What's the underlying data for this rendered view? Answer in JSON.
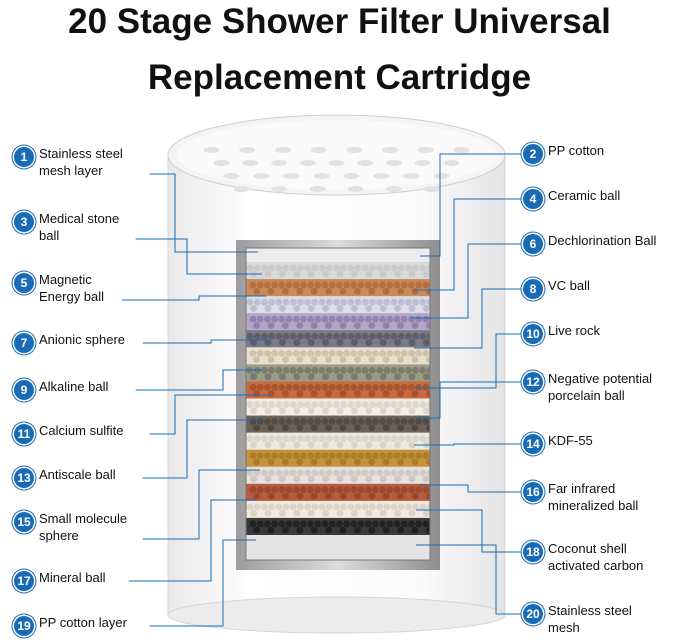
{
  "title": {
    "line1": "20 Stage Shower Filter Universal",
    "line2": "Replacement Cartridge"
  },
  "colors": {
    "badge": "#1a6bb5",
    "leader_line": "#1a6bb5"
  },
  "left_callouts": [
    {
      "num": "1",
      "label": "Stainless steel\nmesh layer"
    },
    {
      "num": "3",
      "label": "Medical stone\nball"
    },
    {
      "num": "5",
      "label": "Magnetic\nEnergy ball"
    },
    {
      "num": "7",
      "label": "Anionic sphere"
    },
    {
      "num": "9",
      "label": "Alkaline ball"
    },
    {
      "num": "11",
      "label": "Calcium sulfite"
    },
    {
      "num": "13",
      "label": "Antiscale ball"
    },
    {
      "num": "15",
      "label": "Small molecule\nsphere"
    },
    {
      "num": "17",
      "label": "Mineral ball"
    },
    {
      "num": "19",
      "label": "PP cotton layer"
    }
  ],
  "right_callouts": [
    {
      "num": "2",
      "label": "PP cotton"
    },
    {
      "num": "4",
      "label": "Ceramic ball"
    },
    {
      "num": "6",
      "label": "Dechlorination  Ball"
    },
    {
      "num": "8",
      "label": "VC ball"
    },
    {
      "num": "10",
      "label": "Live rock"
    },
    {
      "num": "12",
      "label": "Negative potential\nporcelain ball"
    },
    {
      "num": "14",
      "label": "KDF-55"
    },
    {
      "num": "16",
      "label": "Far infrared\nmineralized ball"
    },
    {
      "num": "18",
      "label": "Coconut shell\nactivated carbon"
    },
    {
      "num": "20",
      "label": "Stainless steel\nmesh"
    }
  ]
}
